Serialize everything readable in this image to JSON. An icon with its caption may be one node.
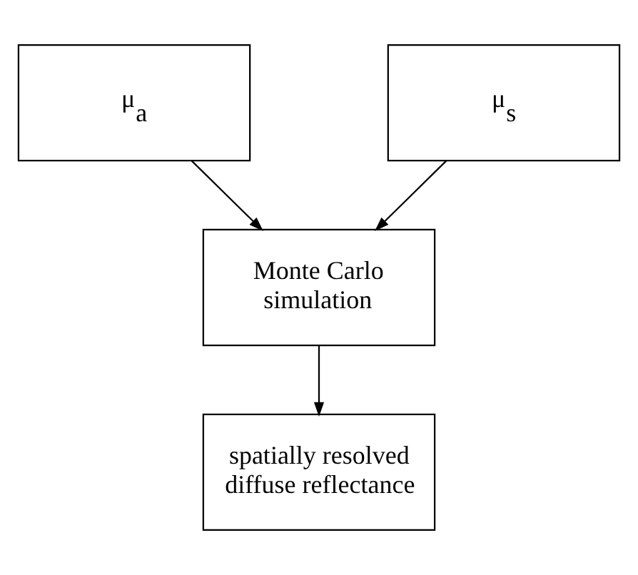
{
  "diagram": {
    "nodes": [
      {
        "text": [
          "μ$_{a}$"
        ]
      },
      {
        "text": [
          "μ$_{s}$"
        ]
      },
      {
        "text": [
          "Monte Carlo simulation"
        ]
      },
      {
        "text": [
          "spatially resolved diffuse reflectance"
        ]
      }
    ],
    "edges": [
      {
        "from": 0,
        "to": 2,
        "arrow": "to"
      },
      {
        "from": 1,
        "to": 2,
        "arrow": "to"
      },
      {
        "from": 2,
        "to": 3,
        "arrow": "to"
      }
    ]
  }
}
